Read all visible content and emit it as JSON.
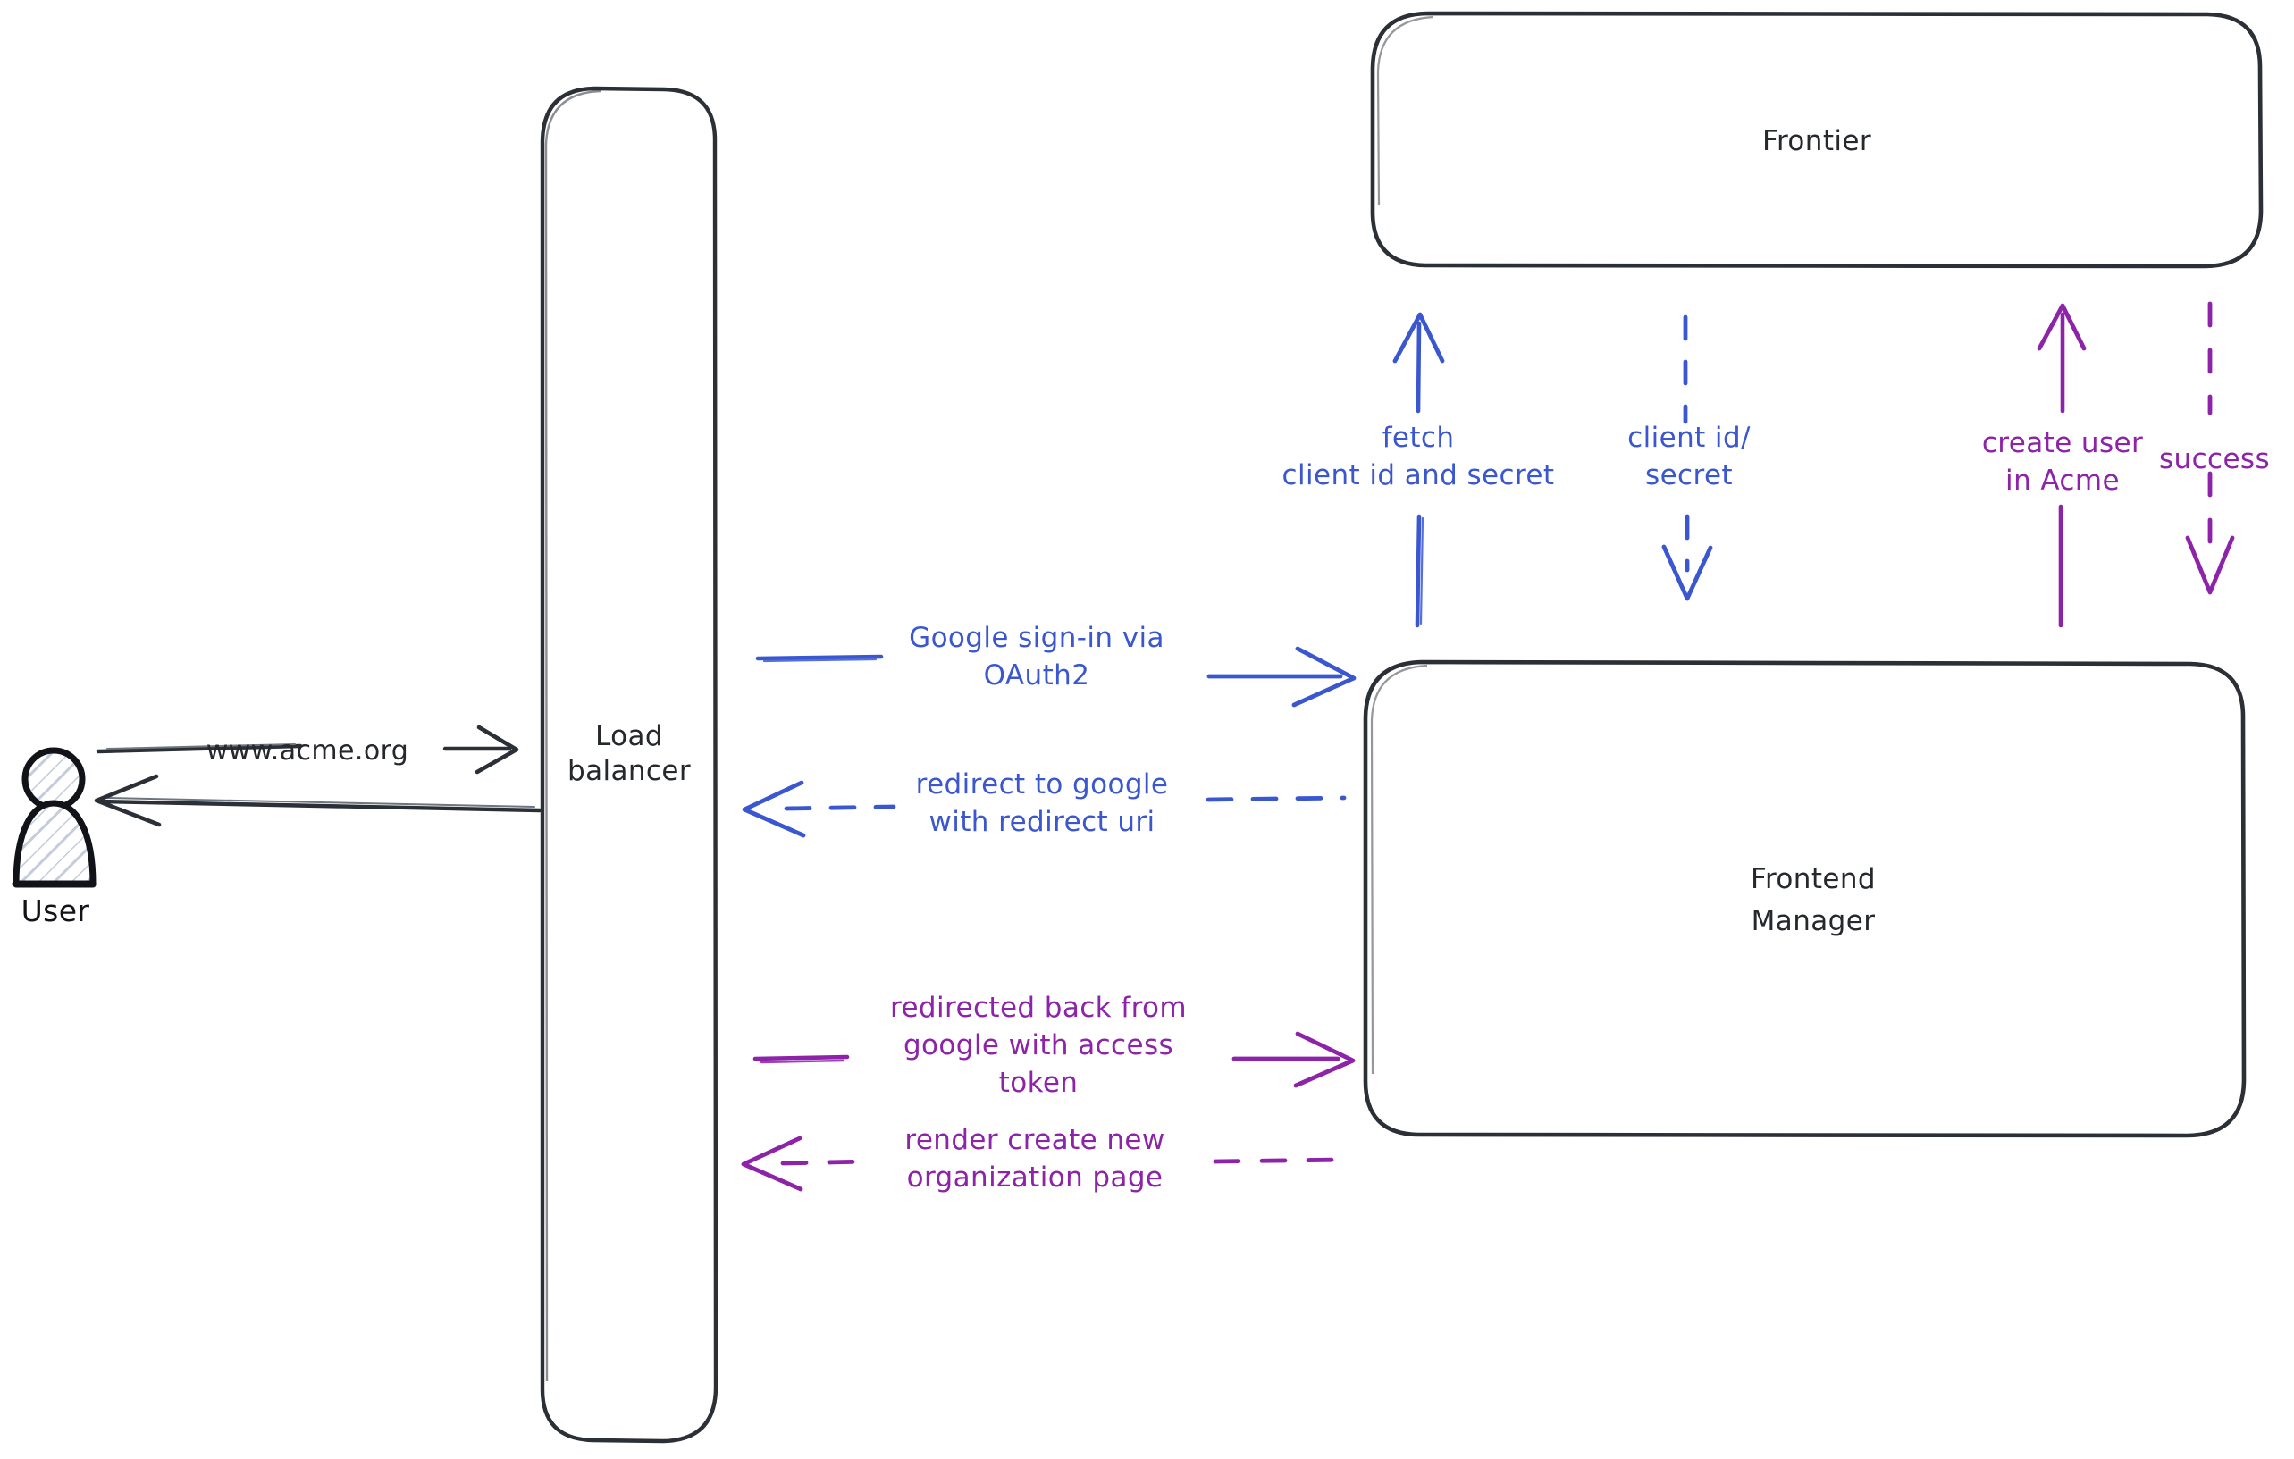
{
  "diagram": {
    "title": "Google OAuth2 sign-in flow",
    "background": "#ffffff",
    "colors": {
      "ink": "#25282d",
      "blue": "#3a57d0",
      "purple": "#8d23a8",
      "actor_fill_hatch": "#c8cfdc"
    }
  },
  "actors": [
    {
      "id": "user",
      "name": "user-actor",
      "label": "User",
      "icon": "person-icon"
    }
  ],
  "nodes": [
    {
      "id": "load_balancer",
      "name": "load-balancer-node",
      "label_lines": [
        "Load",
        "balancer"
      ],
      "shape": "rounded-rect"
    },
    {
      "id": "frontier",
      "name": "frontier-node",
      "label_lines": [
        "Frontier"
      ],
      "shape": "rounded-rect"
    },
    {
      "id": "frontend_manager",
      "name": "frontend-manager-node",
      "label_lines": [
        "Frontend",
        "Manager"
      ],
      "shape": "rounded-rect"
    }
  ],
  "edges": [
    {
      "id": "user_to_lb",
      "name": "edge-user-to-load-balancer",
      "label_lines": [
        "www.acme.org"
      ],
      "color": "#25282d",
      "style": "solid",
      "direction": "right",
      "from": "user",
      "to": "load_balancer"
    },
    {
      "id": "lb_to_user",
      "name": "edge-load-balancer-to-user",
      "label_lines": [],
      "color": "#25282d",
      "style": "solid",
      "direction": "left",
      "from": "load_balancer",
      "to": "user"
    },
    {
      "id": "lb_to_fm_signin",
      "name": "edge-google-signin-oauth2",
      "label_lines": [
        "Google sign-in via",
        "OAuth2"
      ],
      "color": "#3a57d0",
      "style": "solid",
      "direction": "right",
      "from": "load_balancer",
      "to": "frontend_manager"
    },
    {
      "id": "fm_to_lb_redirect",
      "name": "edge-redirect-to-google",
      "label_lines": [
        "redirect to google",
        "with redirect uri"
      ],
      "color": "#3a57d0",
      "style": "dashed",
      "direction": "left",
      "from": "frontend_manager",
      "to": "load_balancer"
    },
    {
      "id": "lb_to_fm_token",
      "name": "edge-redirected-back-with-access-token",
      "label_lines": [
        "redirected back from",
        "google with access",
        "token"
      ],
      "color": "#8d23a8",
      "style": "solid",
      "direction": "right",
      "from": "load_balancer",
      "to": "frontend_manager"
    },
    {
      "id": "fm_to_lb_render",
      "name": "edge-render-create-new-organization-page",
      "label_lines": [
        "render create new",
        "organization page"
      ],
      "color": "#8d23a8",
      "style": "dashed",
      "direction": "left",
      "from": "frontend_manager",
      "to": "load_balancer"
    },
    {
      "id": "fm_to_frontier_fetch",
      "name": "edge-fetch-client-id-and-secret",
      "label_lines": [
        "fetch",
        "client id and secret"
      ],
      "color": "#3a57d0",
      "style": "solid",
      "direction": "up",
      "from": "frontend_manager",
      "to": "frontier"
    },
    {
      "id": "frontier_to_fm_creds",
      "name": "edge-client-id-secret",
      "label_lines": [
        "client id/",
        "secret"
      ],
      "color": "#3a57d0",
      "style": "dashed",
      "direction": "down",
      "from": "frontier",
      "to": "frontend_manager"
    },
    {
      "id": "fm_to_frontier_create",
      "name": "edge-create-user-in-acme",
      "label_lines": [
        "create user",
        "in Acme"
      ],
      "color": "#8d23a8",
      "style": "solid",
      "direction": "up",
      "from": "frontend_manager",
      "to": "frontier"
    },
    {
      "id": "frontier_to_fm_success",
      "name": "edge-success",
      "label_lines": [
        "success"
      ],
      "color": "#8d23a8",
      "style": "dashed",
      "direction": "down",
      "from": "frontier",
      "to": "frontend_manager"
    }
  ],
  "text": {
    "user_label": "User",
    "lb_line1": "Load",
    "lb_line2": "balancer",
    "frontier_label": "Frontier",
    "fm_line1": "Frontend",
    "fm_line2": "Manager",
    "acme_url": "www.acme.org",
    "signin_l1": "Google sign-in via",
    "signin_l2": "OAuth2",
    "redirect_l1": "redirect to google",
    "redirect_l2": "with redirect uri",
    "token_l1": "redirected back from",
    "token_l2": "google with access",
    "token_l3": "token",
    "render_l1": "render create new",
    "render_l2": "organization page",
    "fetch_l1": "fetch",
    "fetch_l2": "client id and secret",
    "creds_l1": "client id/",
    "creds_l2": "secret",
    "create_l1": "create user",
    "create_l2": "in Acme",
    "success_l1": "success"
  }
}
